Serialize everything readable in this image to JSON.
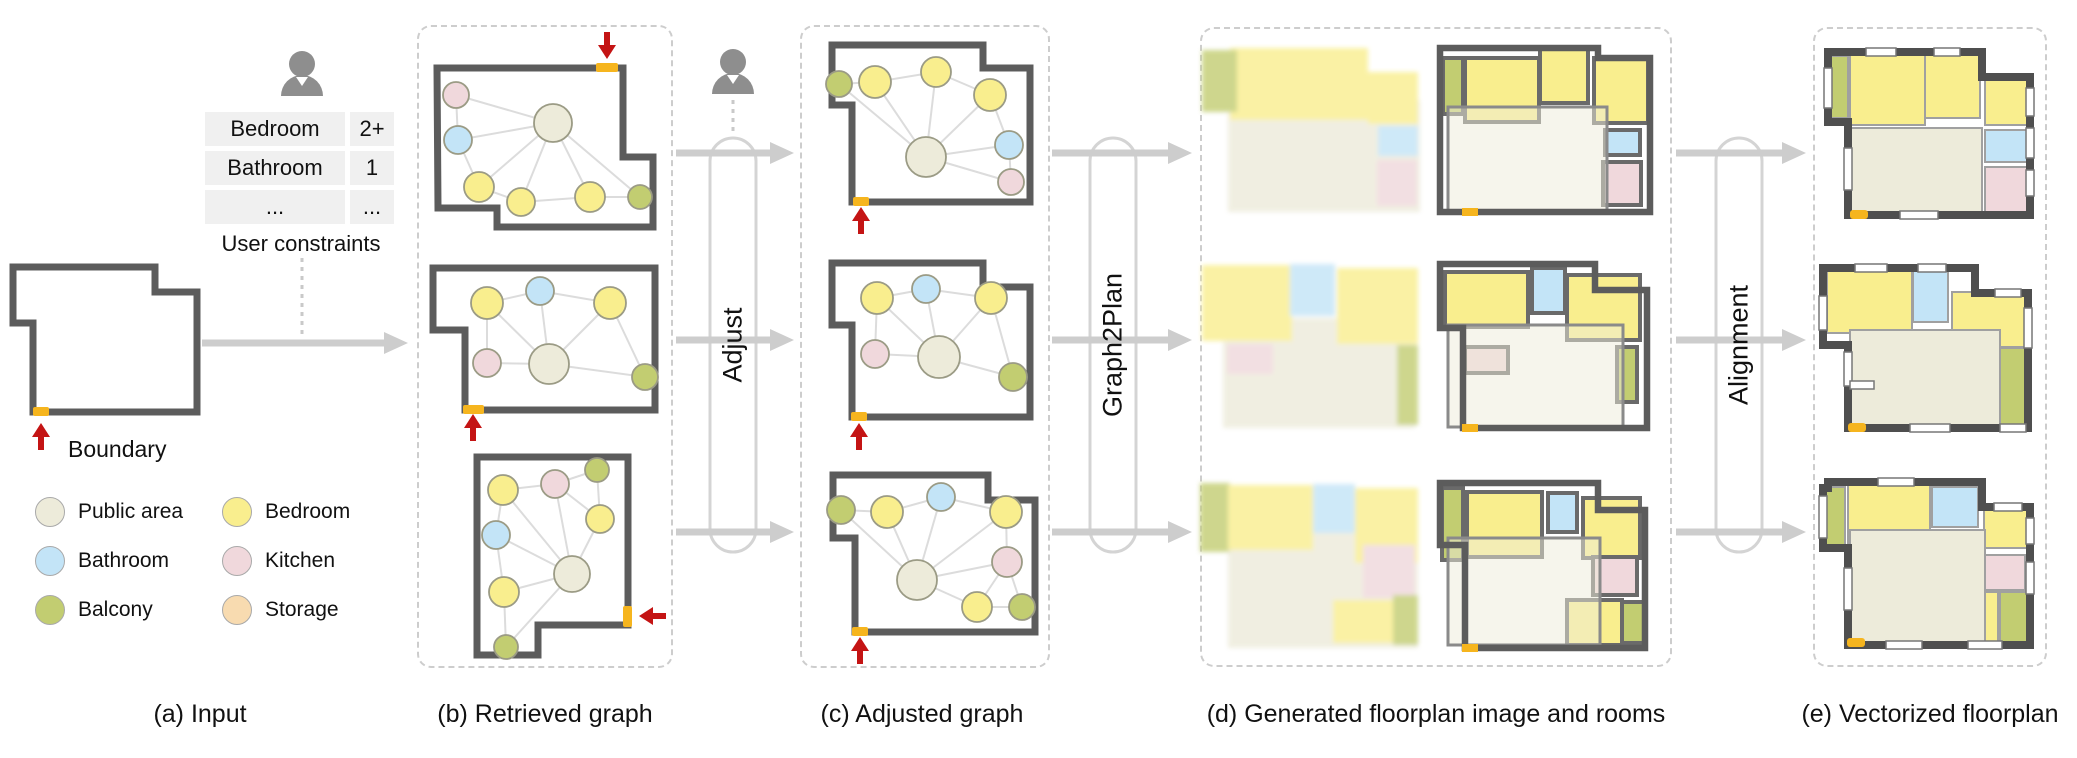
{
  "captions": {
    "a": "(a) Input",
    "b": "(b) Retrieved graph",
    "c": "(c) Adjusted graph",
    "d": "(d) Generated floorplan image and rooms",
    "e": "(e) Vectorized floorplan"
  },
  "input": {
    "constraints": {
      "rows": [
        {
          "label": "Bedroom",
          "value": "2+"
        },
        {
          "label": "Bathroom",
          "value": "1"
        },
        {
          "label": "...",
          "value": "..."
        }
      ],
      "caption": "User constraints"
    },
    "boundary_label": "Boundary"
  },
  "legend": {
    "items": [
      {
        "label": "Public area",
        "color": "#edebda"
      },
      {
        "label": "Bedroom",
        "color": "#f9ee8e"
      },
      {
        "label": "Bathroom",
        "color": "#c3e4f7"
      },
      {
        "label": "Kitchen",
        "color": "#f0d8dc"
      },
      {
        "label": "Balcony",
        "color": "#c2cd71"
      },
      {
        "label": "Storage",
        "color": "#f8dbb0"
      }
    ]
  },
  "pills": {
    "adjust": "Adjust",
    "graph2plan": "Graph2Plan",
    "alignment": "Alignment"
  },
  "palette": {
    "wall": "#5c5c5c",
    "door": "#f6b51e",
    "entrance_arrow": "#c41414",
    "flow_arrow": "#cdcdcd",
    "graph_edge": "#dcdcdc",
    "panel_border": "#cdcdcd",
    "table_cell": "#f0f0f0",
    "user_icon": "#8e8e8e"
  },
  "panels": {
    "retrieved_graphs": [
      {
        "rooms": [
          "kitchen",
          "bathroom",
          "public",
          "bedroom",
          "bedroom",
          "bedroom",
          "balcony"
        ]
      },
      {
        "rooms": [
          "bedroom",
          "bathroom",
          "bedroom",
          "kitchen",
          "public",
          "balcony"
        ]
      },
      {
        "rooms": [
          "bedroom",
          "kitchen",
          "balcony",
          "bedroom",
          "bathroom",
          "public",
          "bedroom",
          "balcony"
        ]
      }
    ],
    "adjusted_graphs": [
      {
        "rooms": [
          "balcony",
          "bedroom",
          "bedroom",
          "bedroom",
          "bathroom",
          "kitchen",
          "public"
        ]
      },
      {
        "rooms": [
          "bedroom",
          "bathroom",
          "bedroom",
          "kitchen",
          "public",
          "balcony"
        ]
      },
      {
        "rooms": [
          "balcony",
          "bedroom",
          "bathroom",
          "bedroom",
          "kitchen",
          "public",
          "bedroom",
          "balcony"
        ]
      }
    ]
  }
}
